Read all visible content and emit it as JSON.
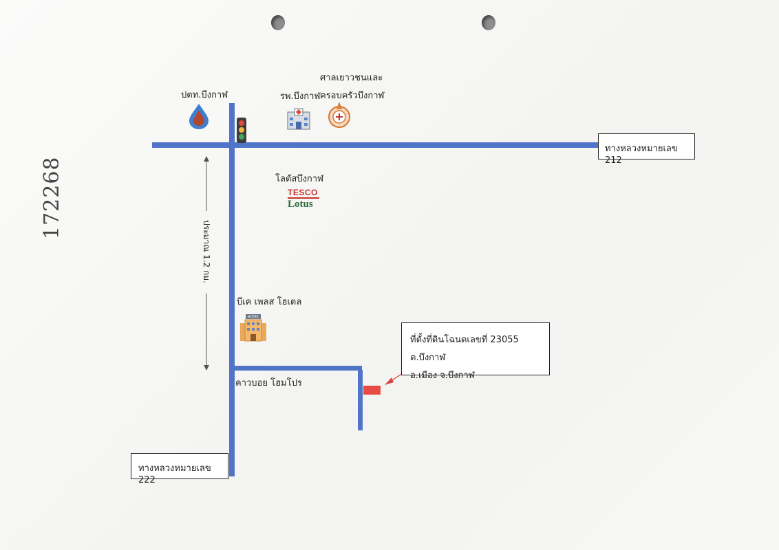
{
  "handwritten_number": "172268",
  "roads": {
    "highway_212": "ทางหลวงหมายเลข 212",
    "highway_222": "ทางหลวงหมายเลข 222"
  },
  "landmarks": {
    "ptt": "ปตท.บึงกาฬ",
    "hospital": "รพ.บึงกาฬ",
    "court_line1": "ศาลเยาวชนและ",
    "court_line2": "ครอบครัวบึงกาฬ",
    "lotus_name": "โลตัสบึงกาฬ",
    "lotus_logo_top": "TESCO",
    "lotus_logo_bottom": "Lotus",
    "hotel": "บีเค เพลส โฮเตล",
    "hotel_sign": "HOTEL",
    "cowboy": "คาวบอย โฮมโปร"
  },
  "distance": "ประมาณ 1.2 กม.",
  "parcel": {
    "line1": "ที่ตั้งที่ดินโฉนดเลขที่ 23055 ต.บึงกาฬ",
    "line2": "อ.เมือง จ.บึงกาฬ"
  },
  "colors": {
    "road": "#4f74c8",
    "parcel": "#e84a44",
    "arrow": "#d9443f"
  }
}
